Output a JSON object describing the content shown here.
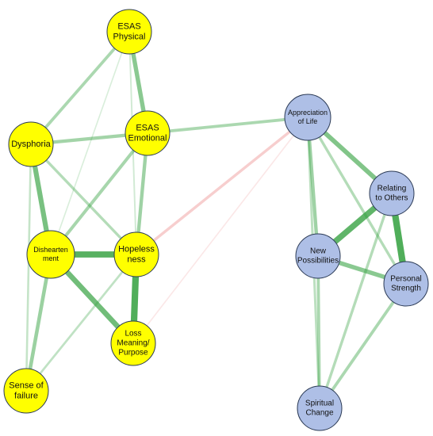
{
  "colors": {
    "group_yellow_fill": "#ffff00",
    "group_blue_fill": "#aebfe6",
    "node_stroke": "#2b3a55",
    "positive_edge": "#2e9e3a",
    "negative_edge": "#e87878"
  },
  "nodes": [
    {
      "id": "esas-physical",
      "group": "yellow",
      "lines": [
        "ESAS",
        "Physical"
      ]
    },
    {
      "id": "esas-emotional",
      "group": "yellow",
      "lines": [
        "ESAS",
        "Emotional"
      ]
    },
    {
      "id": "dysphoria",
      "group": "yellow",
      "lines": [
        "Dysphoria"
      ]
    },
    {
      "id": "disheartenement",
      "group": "yellow",
      "lines": [
        "Dishearten",
        "ment"
      ]
    },
    {
      "id": "hopelessness",
      "group": "yellow",
      "lines": [
        "Hopeless",
        "ness"
      ]
    },
    {
      "id": "loss-meaning",
      "group": "yellow",
      "lines": [
        "Loss",
        "Meaning/",
        "Purpose"
      ]
    },
    {
      "id": "sense-of-failure",
      "group": "yellow",
      "lines": [
        "Sense of",
        "failure"
      ]
    },
    {
      "id": "appreciation-of-life",
      "group": "blue",
      "lines": [
        "Appreciation",
        "of Life"
      ]
    },
    {
      "id": "relating-to-others",
      "group": "blue",
      "lines": [
        "Relating",
        "to Others"
      ]
    },
    {
      "id": "new-possibilities",
      "group": "blue",
      "lines": [
        "New",
        "Possibilities"
      ]
    },
    {
      "id": "personal-strength",
      "group": "blue",
      "lines": [
        "Personal",
        "Strength"
      ]
    },
    {
      "id": "spiritual-change",
      "group": "blue",
      "lines": [
        "Spiritual",
        "Change"
      ]
    }
  ],
  "edges": [
    {
      "from": "esas-physical",
      "to": "esas-emotional",
      "weight": 0.55,
      "sign": "positive"
    },
    {
      "from": "esas-physical",
      "to": "dysphoria",
      "weight": 0.35,
      "sign": "positive"
    },
    {
      "from": "esas-physical",
      "to": "hopelessness",
      "weight": 0.12,
      "sign": "positive"
    },
    {
      "from": "esas-physical",
      "to": "disheartenement",
      "weight": 0.08,
      "sign": "positive"
    },
    {
      "from": "esas-emotional",
      "to": "dysphoria",
      "weight": 0.4,
      "sign": "positive"
    },
    {
      "from": "esas-emotional",
      "to": "disheartenement",
      "weight": 0.38,
      "sign": "positive"
    },
    {
      "from": "esas-emotional",
      "to": "hopelessness",
      "weight": 0.42,
      "sign": "positive"
    },
    {
      "from": "esas-emotional",
      "to": "appreciation-of-life",
      "weight": 0.35,
      "sign": "positive"
    },
    {
      "from": "dysphoria",
      "to": "disheartenement",
      "weight": 0.65,
      "sign": "positive"
    },
    {
      "from": "dysphoria",
      "to": "hopelessness",
      "weight": 0.3,
      "sign": "positive"
    },
    {
      "from": "dysphoria",
      "to": "sense-of-failure",
      "weight": 0.2,
      "sign": "positive"
    },
    {
      "from": "disheartenement",
      "to": "hopelessness",
      "weight": 0.85,
      "sign": "positive"
    },
    {
      "from": "disheartenement",
      "to": "loss-meaning",
      "weight": 0.7,
      "sign": "positive"
    },
    {
      "from": "disheartenement",
      "to": "sense-of-failure",
      "weight": 0.45,
      "sign": "positive"
    },
    {
      "from": "hopelessness",
      "to": "loss-meaning",
      "weight": 0.9,
      "sign": "positive"
    },
    {
      "from": "hopelessness",
      "to": "sense-of-failure",
      "weight": 0.22,
      "sign": "positive"
    },
    {
      "from": "hopelessness",
      "to": "appreciation-of-life",
      "weight": 0.3,
      "sign": "negative"
    },
    {
      "from": "loss-meaning",
      "to": "appreciation-of-life",
      "weight": 0.08,
      "sign": "negative"
    },
    {
      "from": "appreciation-of-life",
      "to": "relating-to-others",
      "weight": 0.6,
      "sign": "positive"
    },
    {
      "from": "appreciation-of-life",
      "to": "new-possibilities",
      "weight": 0.42,
      "sign": "positive"
    },
    {
      "from": "appreciation-of-life",
      "to": "personal-strength",
      "weight": 0.3,
      "sign": "positive"
    },
    {
      "from": "appreciation-of-life",
      "to": "spiritual-change",
      "weight": 0.25,
      "sign": "positive"
    },
    {
      "from": "relating-to-others",
      "to": "new-possibilities",
      "weight": 0.8,
      "sign": "positive"
    },
    {
      "from": "relating-to-others",
      "to": "personal-strength",
      "weight": 0.9,
      "sign": "positive"
    },
    {
      "from": "relating-to-others",
      "to": "spiritual-change",
      "weight": 0.3,
      "sign": "positive"
    },
    {
      "from": "new-possibilities",
      "to": "personal-strength",
      "weight": 0.55,
      "sign": "positive"
    },
    {
      "from": "new-possibilities",
      "to": "spiritual-change",
      "weight": 0.35,
      "sign": "positive"
    },
    {
      "from": "personal-strength",
      "to": "spiritual-change",
      "weight": 0.35,
      "sign": "positive"
    }
  ]
}
